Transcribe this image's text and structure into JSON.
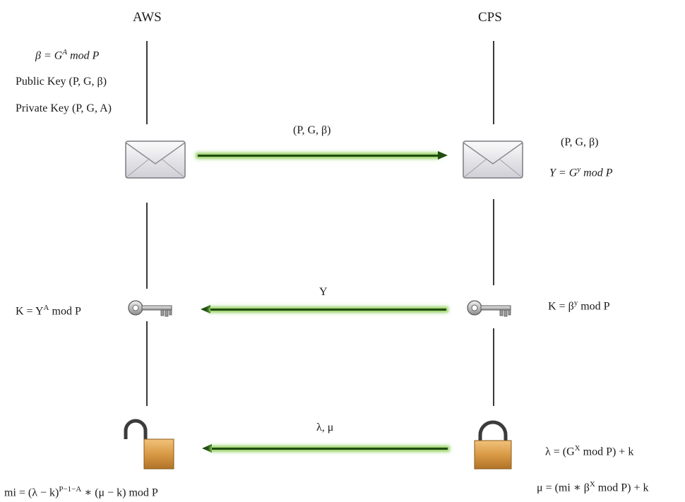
{
  "parties": {
    "left": "AWS",
    "right": "CPS"
  },
  "left_setup": {
    "beta_eq": "β = G",
    "beta_sup": "A",
    "beta_tail": " mod P",
    "public_key": "Public Key  (P, G, β)",
    "private_key": "Private Key (P, G, A)"
  },
  "messages": {
    "m1": "(P, G, β)",
    "m2": "Y",
    "m3": "λ, μ"
  },
  "right_step1": {
    "received": "(P, G, β)",
    "y_eq": "Y = G",
    "y_sup": "y",
    "y_tail": " mod P"
  },
  "key_left": {
    "base": "K = Y",
    "sup": "A",
    "tail": " mod P"
  },
  "key_right": {
    "base": "K = β",
    "sup": "y",
    "tail": " mod P"
  },
  "lambda_eq": {
    "base": "λ = (G",
    "sup": "X",
    "tail": " mod P) + k"
  },
  "mu_eq": {
    "base": "μ = (mi ∗ β",
    "sup": "X",
    "tail": " mod P) + k"
  },
  "mi_eq": {
    "base": "mi = (λ − k)",
    "sup": "P−1−A",
    "tail": "  ∗ (μ − k) mod P"
  },
  "icons": {
    "envelope": "envelope-icon",
    "key": "key-icon",
    "lock_open": "padlock-open-icon",
    "lock_closed": "padlock-closed-icon"
  }
}
